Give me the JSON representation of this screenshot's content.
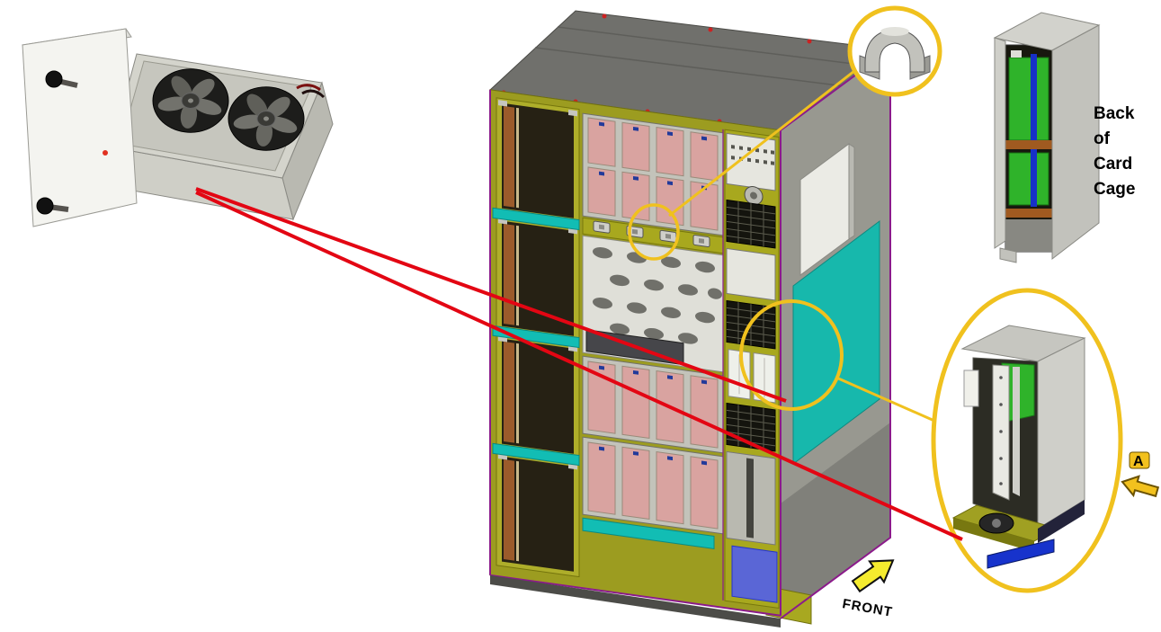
{
  "labels": {
    "back_of_card_cage": {
      "line1": "Back",
      "line2": "of",
      "line3": "Card",
      "line4": "Cage"
    },
    "front_label": "FRONT",
    "detail_marker": "A"
  },
  "colors": {
    "callout_yellow": "#f0c11e",
    "leader_red": "#e30613",
    "cabinet_olive": "#9c9c20",
    "shelf_teal": "#12bdb4",
    "board_green": "#2fb32a",
    "accent_blue": "#2433cc",
    "edge_purple": "#8b1a8b",
    "card_salmon": "#d9a3a0"
  }
}
